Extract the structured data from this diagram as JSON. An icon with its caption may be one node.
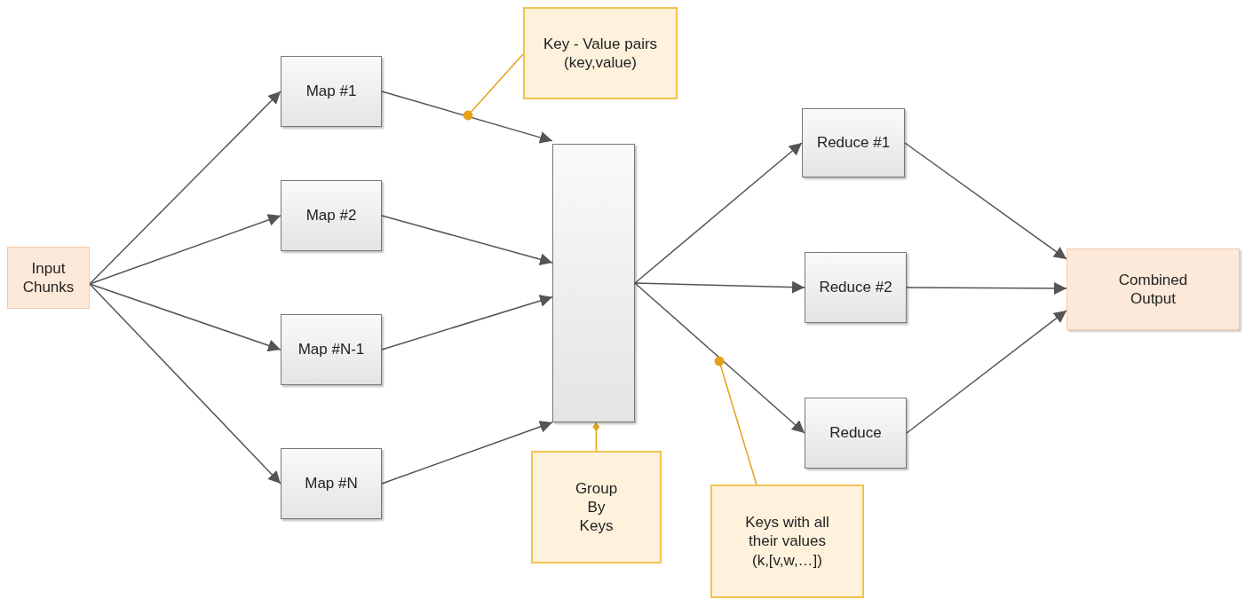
{
  "diagram": {
    "nodes": [
      {
        "text": [
          "Input Chunks"
        ]
      },
      {
        "text": [
          "Map #1"
        ]
      },
      {
        "text": [
          "Map #2"
        ]
      },
      {
        "text": [
          "Map #N-1"
        ]
      },
      {
        "text": [
          "Map #N"
        ]
      },
      {
        "text": [
          "Key - Value pairs",
          "(key,value)"
        ]
      },
      {
        "text": [],
        "shape": "box"
      },
      {
        "text": [
          "Group By Keys"
        ]
      },
      {
        "text": [
          "Reduce #1"
        ]
      },
      {
        "text": [
          "Reduce #2"
        ]
      },
      {
        "text": [
          "Reduce"
        ]
      },
      {
        "text": [
          "Keys with all their values",
          "(k,[v,w,…])"
        ]
      },
      {
        "text": [
          "Combined Output"
        ]
      }
    ],
    "edges": [
      {
        "from": 0,
        "to": 1,
        "arrow": "to"
      },
      {
        "from": 0,
        "to": 2,
        "arrow": "to"
      },
      {
        "from": 0,
        "to": 3,
        "arrow": "to"
      },
      {
        "from": 0,
        "to": 4,
        "arrow": "to"
      },
      {
        "from": 1,
        "to": 6,
        "arrow": "to"
      },
      {
        "from": 2,
        "to": 6,
        "arrow": "to"
      },
      {
        "from": 3,
        "to": 6,
        "arrow": "to"
      },
      {
        "from": 4,
        "to": 6,
        "arrow": "to"
      },
      {
        "from": 6,
        "to": 8,
        "arrow": "to"
      },
      {
        "from": 6,
        "to": 9,
        "arrow": "to"
      },
      {
        "from": 6,
        "to": 10,
        "arrow": "to"
      },
      {
        "from": 8,
        "to": 12,
        "arrow": "to"
      },
      {
        "from": 9,
        "to": 12,
        "arrow": "to"
      },
      {
        "from": 10,
        "to": 12,
        "arrow": "to"
      },
      {
        "from": 5,
        "to": null,
        "arrow": "other",
        "color": "#e3a21a"
      },
      {
        "from": 7,
        "to": 6,
        "arrow": "other",
        "color": "#e3a21a"
      },
      {
        "from": 11,
        "to": null,
        "arrow": "other",
        "color": "#e3a21a"
      }
    ]
  }
}
